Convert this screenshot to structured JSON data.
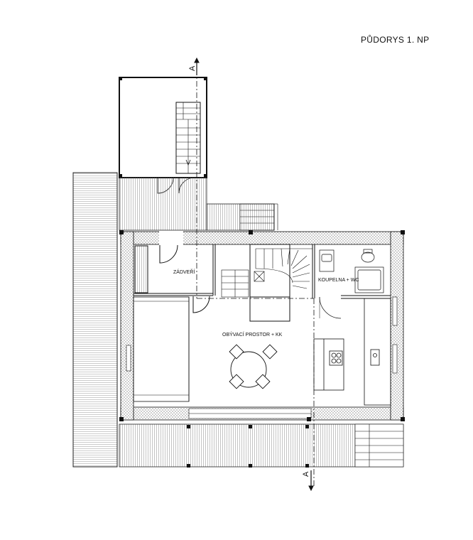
{
  "title": "PŮDORYS 1. NP",
  "rooms": {
    "entry": "ZÁDVEŘÍ",
    "living": "OBÝVACÍ PROSTOR + KK",
    "bath": "KOUPELNA + WC"
  },
  "section_marks": {
    "top": "A",
    "bottom": "A"
  },
  "colors": {
    "line": "#111111",
    "hatch": "#777777"
  }
}
